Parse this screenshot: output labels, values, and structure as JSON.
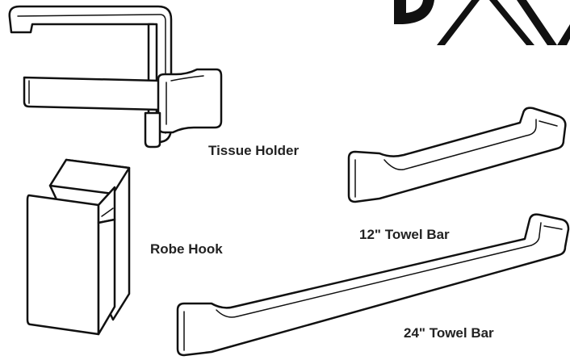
{
  "labels": {
    "tissue_holder": "Tissue Holder",
    "robe_hook": "Robe Hook",
    "towel_bar_12": "12\" Towel Bar",
    "towel_bar_24": "24\" Towel Bar"
  },
  "colors": {
    "stroke": "#111111",
    "fill": "#ffffff",
    "text": "#222222"
  },
  "icons": {
    "logo": "dxv-logo-fragment"
  }
}
